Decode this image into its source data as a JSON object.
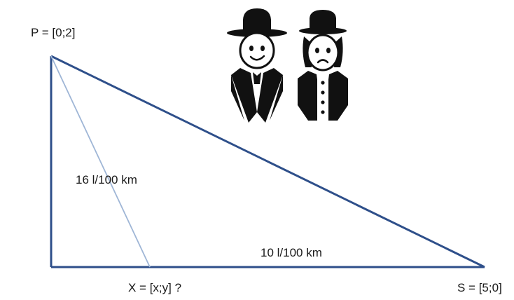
{
  "diagram": {
    "points": {
      "P": {
        "label": "P = [0;2]"
      },
      "S": {
        "label": "S = [5;0]"
      },
      "X": {
        "label": "X = [x;y] ?"
      }
    },
    "segments": {
      "PX": {
        "label": "16 l/100 km"
      },
      "XS": {
        "label": "10 l/100 km"
      }
    },
    "figures": [
      {
        "name": "smiling-man",
        "expression": "smile"
      },
      {
        "name": "worried-man",
        "expression": "frown"
      }
    ],
    "colors": {
      "main_line": "#2e4f8a",
      "light_line": "#9fb6d6",
      "ink": "#111111",
      "face": "#ffffff"
    }
  }
}
